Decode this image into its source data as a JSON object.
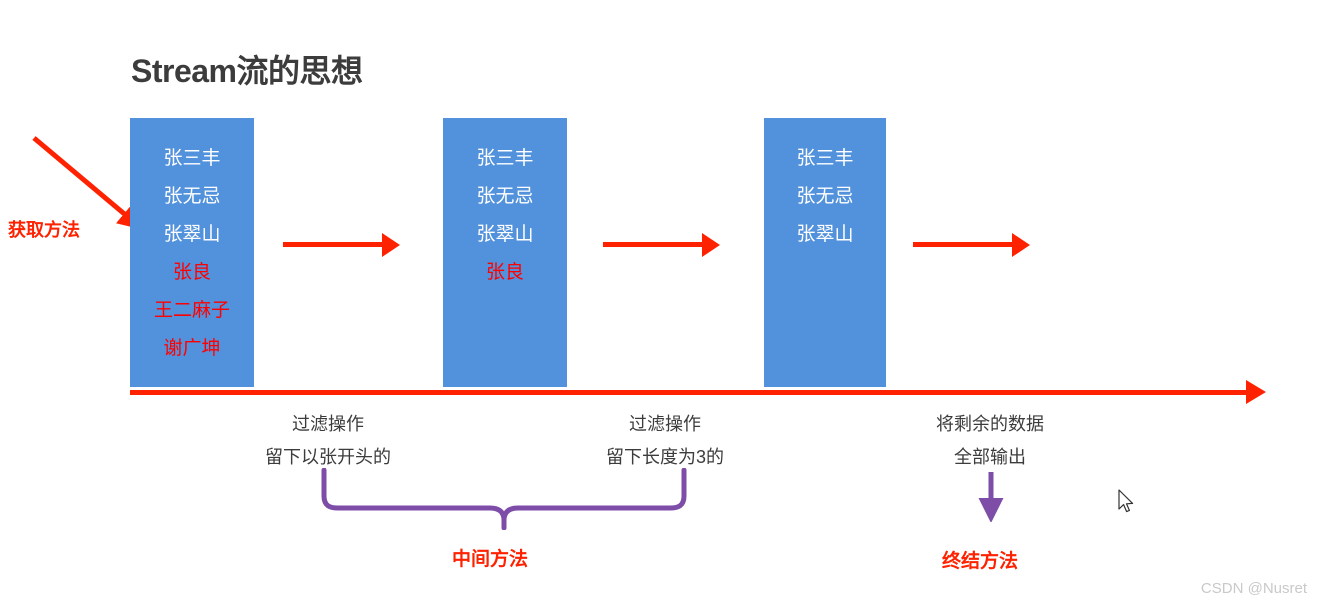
{
  "title": "Stream流的思想",
  "colors": {
    "box_fill": "#5291DB",
    "arrow_red": "#FF2200",
    "brace_purple": "#7D4DA8",
    "title_gray": "#3c3c3c",
    "removed_text": "#FF0000",
    "kept_text": "#FFFFFF",
    "watermark_gray": "#c9c9c9"
  },
  "source_label": "获取方法",
  "stages": [
    {
      "id": "stage-1",
      "items": [
        {
          "text": "张三丰",
          "state": "kept"
        },
        {
          "text": "张无忌",
          "state": "kept"
        },
        {
          "text": "张翠山",
          "state": "kept"
        },
        {
          "text": "张良",
          "state": "removed"
        },
        {
          "text": "王二麻子",
          "state": "removed"
        },
        {
          "text": "谢广坤",
          "state": "removed"
        }
      ]
    },
    {
      "id": "stage-2",
      "items": [
        {
          "text": "张三丰",
          "state": "kept"
        },
        {
          "text": "张无忌",
          "state": "kept"
        },
        {
          "text": "张翠山",
          "state": "kept"
        },
        {
          "text": "张良",
          "state": "removed"
        }
      ]
    },
    {
      "id": "stage-3",
      "items": [
        {
          "text": "张三丰",
          "state": "kept"
        },
        {
          "text": "张无忌",
          "state": "kept"
        },
        {
          "text": "张翠山",
          "state": "kept"
        }
      ]
    }
  ],
  "captions": [
    {
      "line1": "过滤操作",
      "line2": "留下以张开头的"
    },
    {
      "line1": "过滤操作",
      "line2": "留下长度为3的"
    },
    {
      "line1": "将剩余的数据",
      "line2": "全部输出"
    }
  ],
  "bottom_labels": {
    "middle": "中间方法",
    "terminal": "终结方法"
  },
  "watermark": "CSDN @Nusret"
}
